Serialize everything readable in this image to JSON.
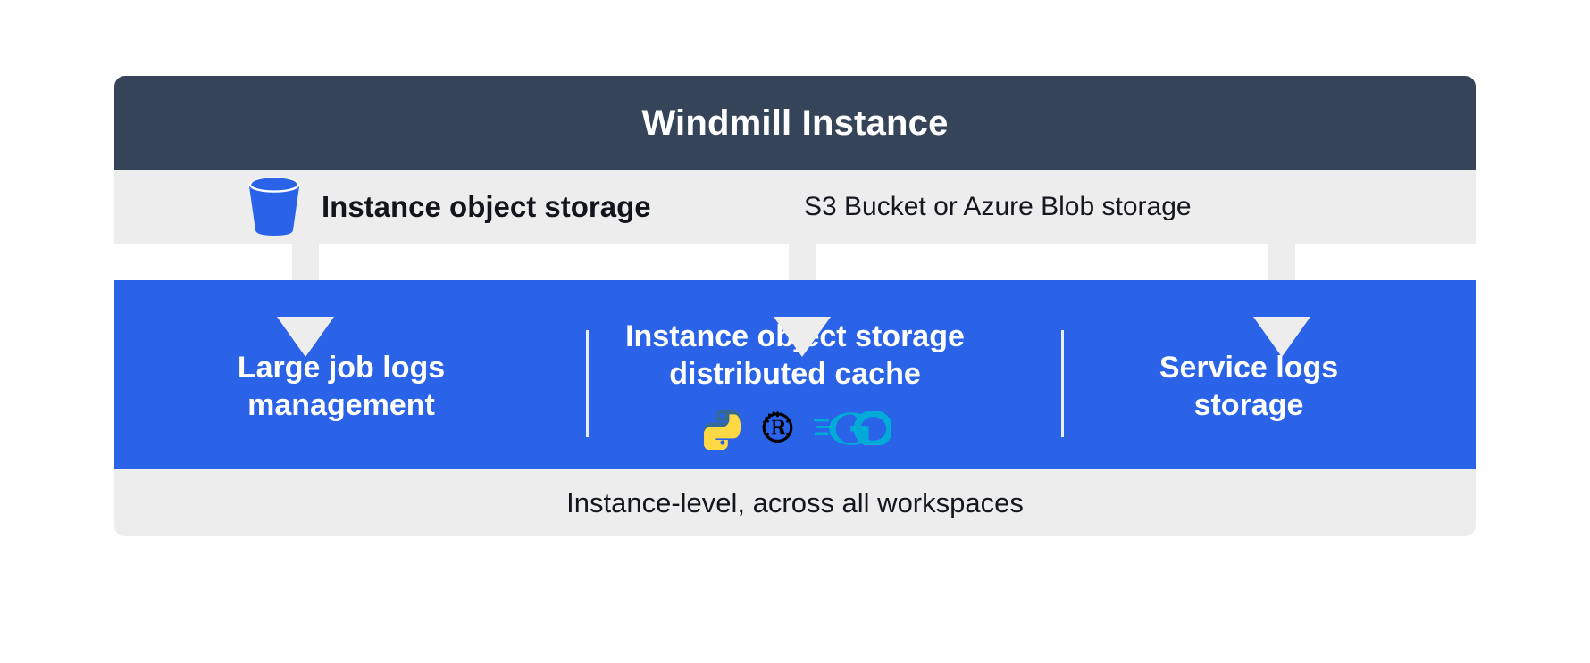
{
  "header": {
    "title": "Windmill Instance",
    "background_color": "#36445a",
    "text_color": "#ffffff"
  },
  "subheader": {
    "icon": "s3-bucket-icon",
    "icon_color": "#2a63e8",
    "label": "Instance object storage",
    "description": "S3 Bucket or Azure Blob storage",
    "background_color": "#ededed"
  },
  "connectors": {
    "count": 3,
    "color": "#ededed",
    "direction": "down"
  },
  "panel": {
    "background_color": "#2a63e8",
    "text_color": "#ffffff",
    "divider_color": "#e8edfb",
    "columns": [
      {
        "title": "Large job logs\nmanagement",
        "logos": []
      },
      {
        "title": "Instance object storage\ndistributed cache",
        "logos": [
          {
            "name": "python-logo",
            "label": "Python",
            "colors": [
              "#366a96",
              "#ffd845"
            ]
          },
          {
            "name": "rust-logo",
            "label": "Rust",
            "colors": [
              "#000000"
            ]
          },
          {
            "name": "go-logo",
            "label": "Go",
            "colors": [
              "#00acd7"
            ]
          }
        ]
      },
      {
        "title": "Service logs\nstorage",
        "logos": []
      }
    ]
  },
  "footer": {
    "text": "Instance-level, across all workspaces",
    "background_color": "#ededed",
    "text_color": "#13161d"
  }
}
